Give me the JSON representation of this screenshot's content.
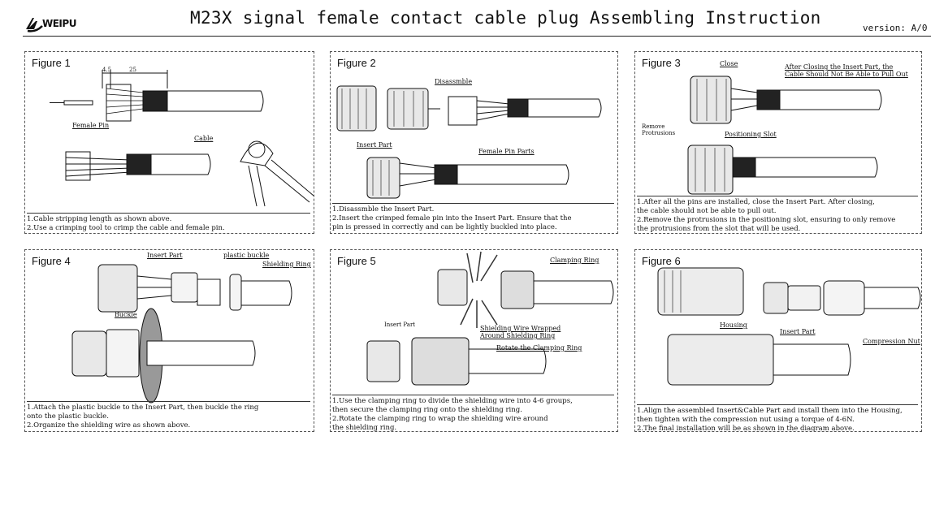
{
  "header": {
    "brand": "WEIPU",
    "title": "M23X signal female contact cable plug Assembling Instruction",
    "version": "version: A/0"
  },
  "panels": {
    "fig1": {
      "label": "Figure 1",
      "dim_a": "4.5",
      "dim_b": "25",
      "female_pin": "Female Pin",
      "cable": "Cable",
      "caption": [
        "1.Cable stripping length as shown above.",
        "2.Use a crimping tool to crimp the cable and female pin."
      ]
    },
    "fig2": {
      "label": "Figure 2",
      "disassemble": "Disassmble",
      "insert_part": "Insert Part",
      "female_pin_parts": "Female Pin Parts",
      "caption": [
        "1.Disassmble the Insert Part.",
        "2.Insert the crimped female pin into the Insert Part. Ensure that the",
        "pin is pressed in correctly and can be lightly buckled into place."
      ]
    },
    "fig3": {
      "label": "Figure 3",
      "close": "Close",
      "after_closing": [
        "After Closing the Insert Part, the",
        "Cable Should Not Be Able to Pull Out"
      ],
      "remove_protrusions": [
        "Remove",
        "Protrusions"
      ],
      "positioning_slot": "Positioning Slot",
      "caption": [
        "1.After all the pins are installed, close the Insert Part. After closing,",
        "the cable should not be able to pull out.",
        "2.Remove the protrusions in the positioning slot, ensuring to only remove",
        "the protrusions from the slot that will be used."
      ]
    },
    "fig4": {
      "label": "Figure 4",
      "insert_part": "Insert Part",
      "plastic_buckle": "plastic buckle",
      "shielding_ring": "Shielding Ring",
      "buckle": "Buckle",
      "caption": [
        "1.Attach the plastic buckle to the Insert Part, then buckle the ring",
        "onto the plastic buckle.",
        "2.Organize the shielding wire as shown above."
      ]
    },
    "fig5": {
      "label": "Figure 5",
      "clamping_ring": "Clamping Ring",
      "insert_part": "Insert Part",
      "shield_wrapped": [
        "Shielding Wire Wrapped",
        "Around Shielding Ring"
      ],
      "rotate": "Rotate the Clamping Ring",
      "caption": [
        "1.Use the clamping ring to divide the shielding wire into 4-6 groups,",
        "then secure the clamping ring onto the shielding ring.",
        "2.Rotate the clamping ring to wrap the shielding wire around",
        "the shielding ring."
      ]
    },
    "fig6": {
      "label": "Figure 6",
      "housing": "Housing",
      "insert_part": "Insert Part",
      "compression_nut": "Compression Nut",
      "caption": [
        "1.Align the assembled Insert&Cable Part and install them into the Housing,",
        "then tighten with the compression nut using a torque of 4-6N.",
        "2.The final installation will be as shown in the diagram above."
      ]
    }
  }
}
